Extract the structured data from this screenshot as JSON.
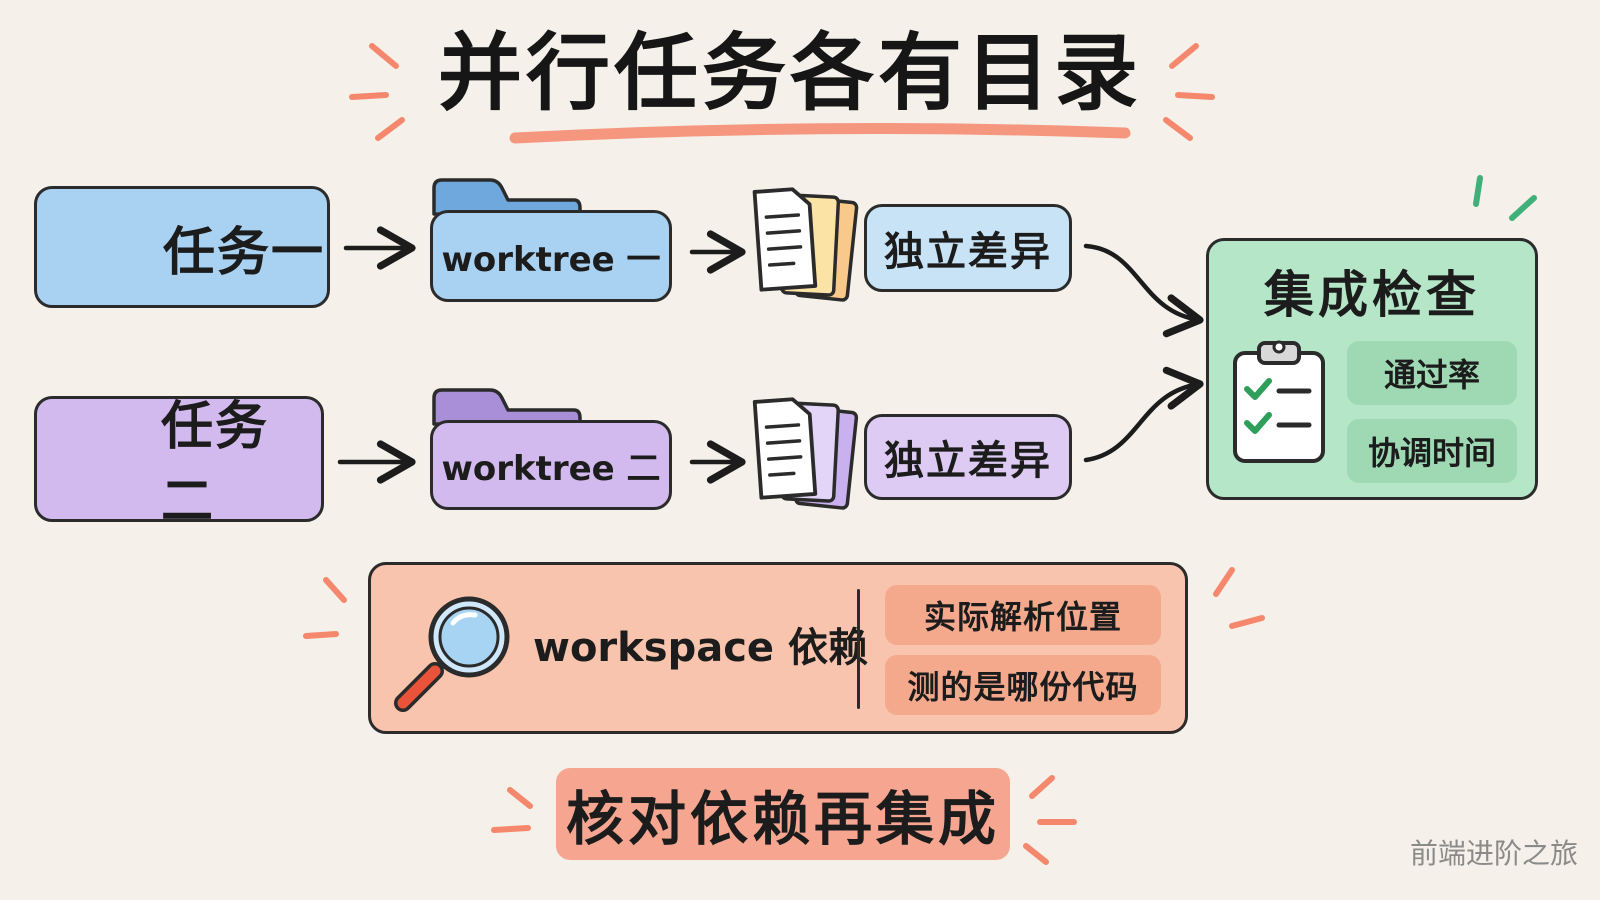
{
  "title": "并行任务各有目录",
  "rows": [
    {
      "task": "任务一",
      "worktree": "worktree 一",
      "diff": "独立差异"
    },
    {
      "task": "任务二",
      "worktree": "worktree 二",
      "diff": "独立差异"
    }
  ],
  "integration": {
    "title": "集成检查",
    "items": [
      "通过率",
      "协调时间"
    ]
  },
  "workspace": {
    "label": "workspace 依赖",
    "notes": [
      "实际解析位置",
      "测的是哪份代码"
    ]
  },
  "banner": "核对依赖再集成",
  "watermark": "前端进阶之旅",
  "colors": {
    "blue": "#a9d2f2",
    "purple": "#d2baef",
    "green": "#b5e6c7",
    "peach": "#f8c4ad",
    "accent": "#f4876c",
    "check": "#2f9e5b"
  },
  "icons": [
    "document-icon",
    "folder-icon",
    "files-icon",
    "clipboard-check-icon",
    "magnifier-icon",
    "arrow-icon"
  ]
}
